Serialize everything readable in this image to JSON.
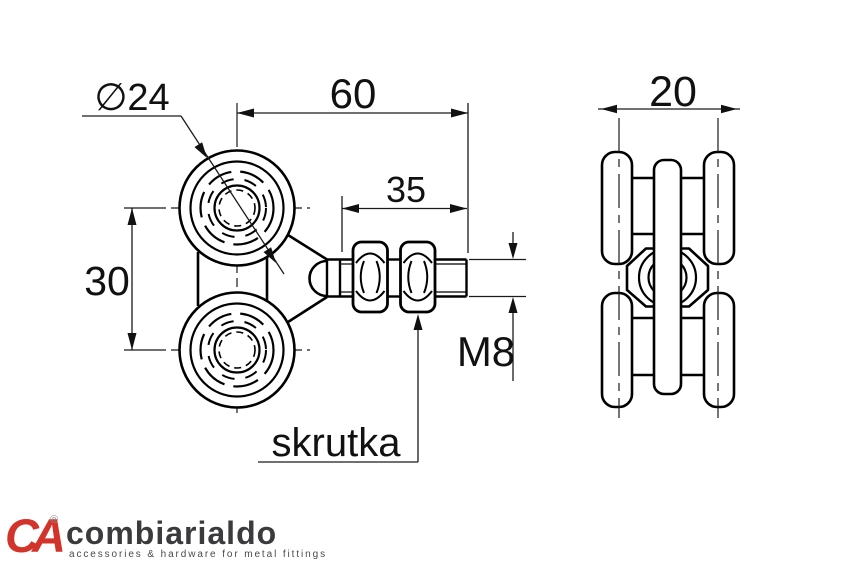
{
  "drawing": {
    "dimensions": {
      "roller_diameter": "∅24",
      "total_length": "60",
      "bolt_length": "35",
      "roller_spacing": "30",
      "thread_size": "M8",
      "side_width": "20"
    },
    "labels": {
      "bolt_callout": "skrutka"
    }
  },
  "footer": {
    "logo_mark": "CA",
    "registered": "®",
    "brand": "combiarialdo",
    "tagline": "accessories & hardware for metal fittings"
  },
  "colors": {
    "line": "#111111",
    "logo_red": "#d2342b",
    "brand_gray": "#3b3b3d",
    "tagline_gray": "#4a4a4a",
    "background": "#ffffff"
  }
}
